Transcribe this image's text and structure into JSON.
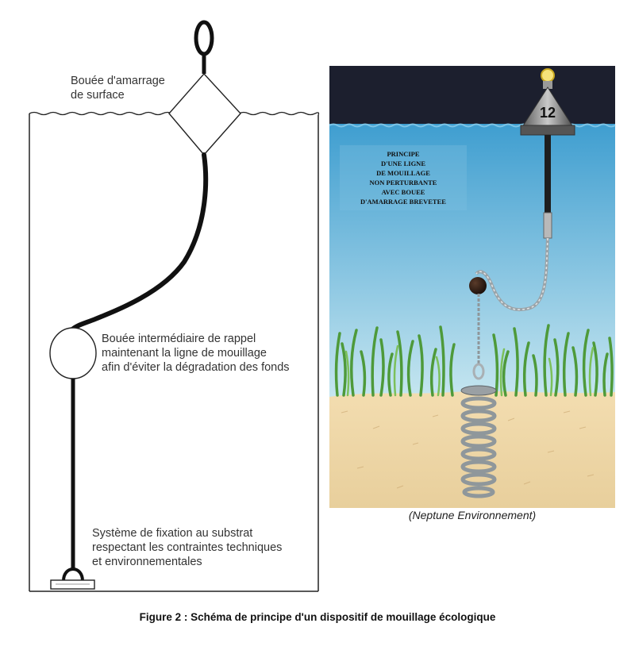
{
  "left_diagram": {
    "label_surface_buoy": [
      "Bouée d'amarrage",
      "de surface"
    ],
    "label_intermediate_buoy": [
      "Bouée intermédiaire de rappel",
      "maintenant la ligne de mouillage",
      "afin d'éviter la dégradation des fonds"
    ],
    "label_fixation": [
      "Système de fixation au substrat",
      "respectant les contraintes techniques",
      "et environnementales"
    ]
  },
  "right_illustration": {
    "principle_text": [
      "PRINCIPE",
      "D'UNE LIGNE",
      "DE MOUILLAGE",
      "NON PERTURBANTE",
      "AVEC BOUEE",
      "D'AMARRAGE BREVETEE"
    ],
    "buoy_number": "12",
    "credit": "(Neptune Environnement)"
  },
  "caption": "Figure 2 : Schéma de principe d'un dispositif de mouillage écologique",
  "colors": {
    "sky": "#1c1f2e",
    "water_top": "#3f9ed0",
    "water_bottom": "#bfe2ee",
    "sand": "#efd7a6",
    "seagrass": "#4e9a3a",
    "line": "#111111"
  }
}
